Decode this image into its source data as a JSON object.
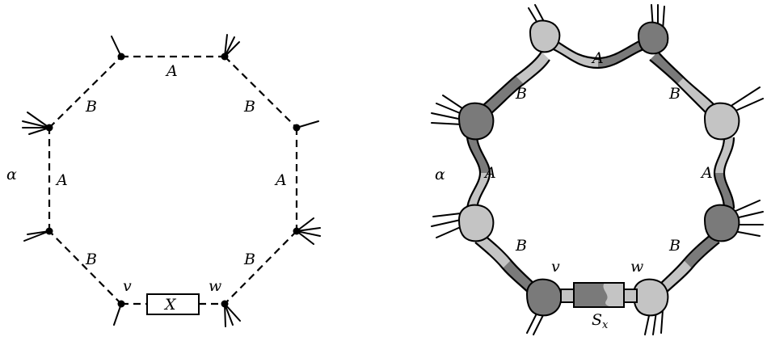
{
  "left_diagram": {
    "edge_labels": {
      "top": "A",
      "upper_left": "B",
      "upper_right": "B",
      "left": "A",
      "right": "A",
      "lower_left": "B",
      "lower_right": "B"
    },
    "alpha": "α",
    "v": "v",
    "w": "w",
    "box": "X"
  },
  "right_diagram": {
    "edge_labels": {
      "top": "A",
      "upper_left": "B",
      "upper_right": "B",
      "left": "A",
      "right": "A",
      "lower_left": "B",
      "lower_right": "B"
    },
    "alpha": "α",
    "v": "v",
    "w": "w",
    "box_main": "S",
    "box_sub": "x"
  },
  "colors": {
    "dark_gray": "#7a7a7a",
    "light_gray": "#c4c4c4",
    "stroke": "#000000"
  }
}
